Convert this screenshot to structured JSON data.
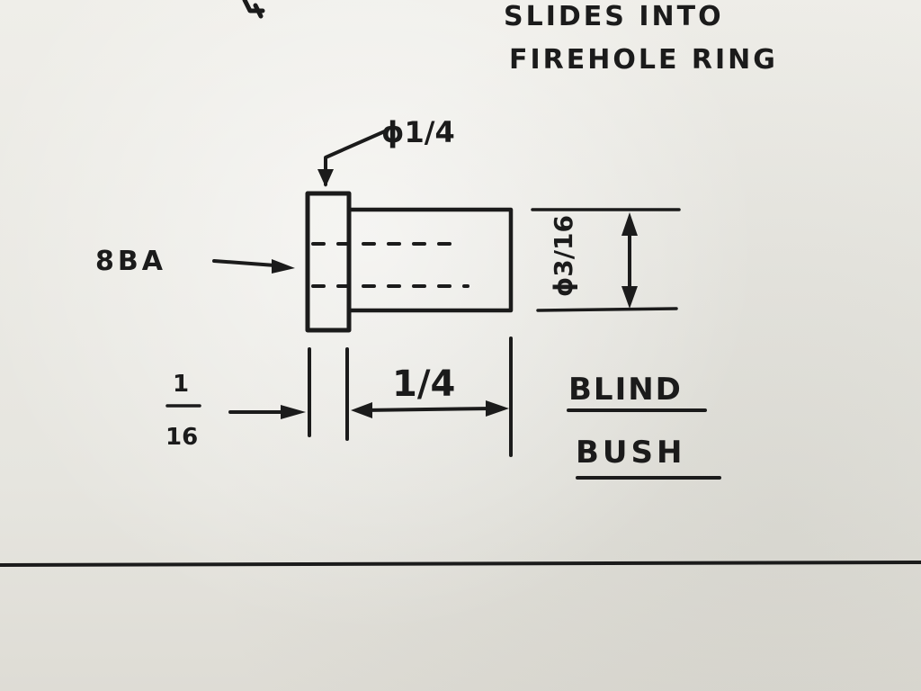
{
  "notes": {
    "top_line_1": "SLIDES INTO",
    "top_line_2": "FIREHOLE RING"
  },
  "dimensions": {
    "head_diameter": "ϕ1/4",
    "thread": "8BA",
    "shank_diameter": "ϕ3/16",
    "head_thickness_num": "1",
    "head_thickness_den": "16",
    "shank_length": "1/4"
  },
  "title": {
    "line_1": "BLIND",
    "line_2": "BUSH"
  },
  "colors": {
    "ink": "#1b1b1b",
    "paper": "#ecebe6"
  }
}
